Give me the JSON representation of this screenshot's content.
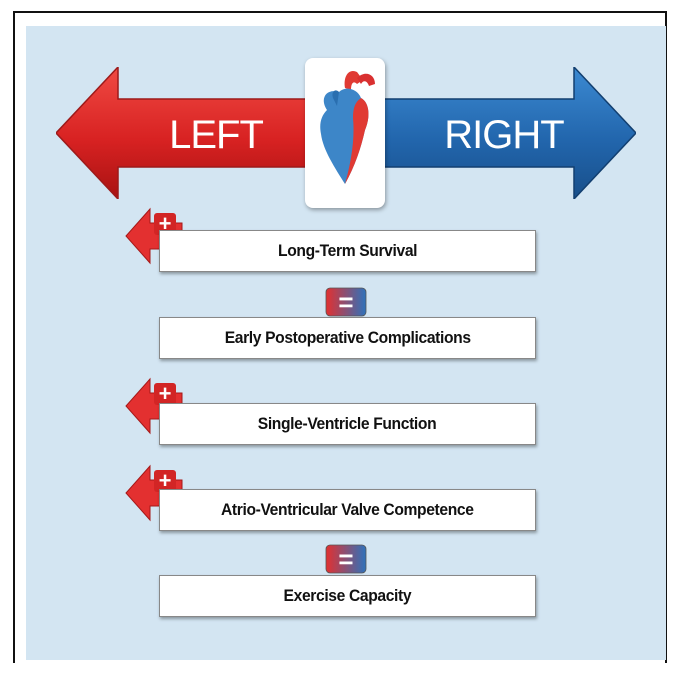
{
  "header": {
    "left_label": "LEFT",
    "right_label": "RIGHT"
  },
  "colors": {
    "left": "#e32b2b",
    "right": "#2a72bb",
    "panel": "#d3e5f2"
  },
  "rows": [
    {
      "label": "Long-Term Survival",
      "indicator": "+",
      "direction": "left"
    },
    {
      "label": "Early Postoperative Complications",
      "indicator": "=",
      "direction": "none"
    },
    {
      "label": "Single-Ventricle Function",
      "indicator": "+",
      "direction": "left"
    },
    {
      "label": "Atrio-Ventricular Valve Competence",
      "indicator": "+",
      "direction": "left"
    },
    {
      "label": "Exercise Capacity",
      "indicator": "=",
      "direction": "none"
    }
  ]
}
